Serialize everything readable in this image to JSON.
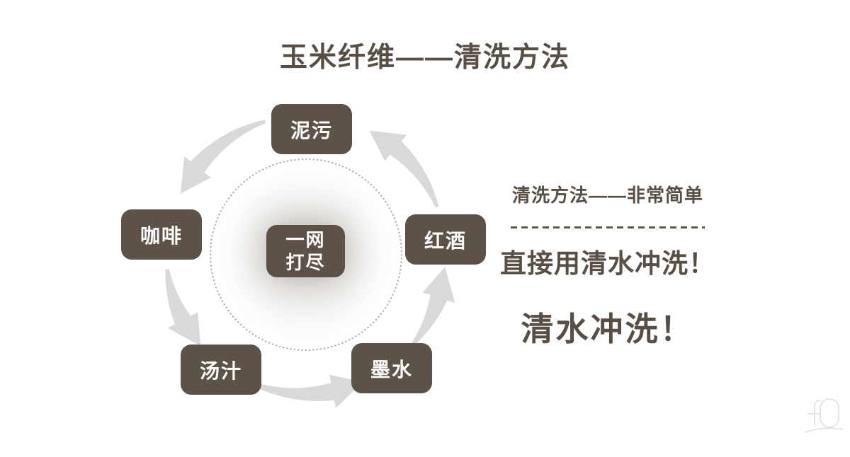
{
  "slide": {
    "title": "玉米纤维——清洗方法"
  },
  "diagram": {
    "center": {
      "line1": "一网",
      "line2": "打尽"
    },
    "nodes": [
      {
        "id": "mud",
        "label": "泥污"
      },
      {
        "id": "coffee",
        "label": "咖啡"
      },
      {
        "id": "red-wine",
        "label": "红酒"
      },
      {
        "id": "soup",
        "label": "汤汁"
      },
      {
        "id": "ink",
        "label": "墨水"
      }
    ]
  },
  "panel": {
    "heading": "清洗方法——非常简单",
    "emphasis_line": "直接用清水冲洗！",
    "big_line": "清水冲洗！"
  },
  "colors": {
    "node_bg": "#5d5248",
    "text_brown": "#594e44",
    "arrow_gray": "#d9d9d9",
    "dot_circle": "#b3afab"
  },
  "logo": {
    "icon": "fj-monogram"
  }
}
